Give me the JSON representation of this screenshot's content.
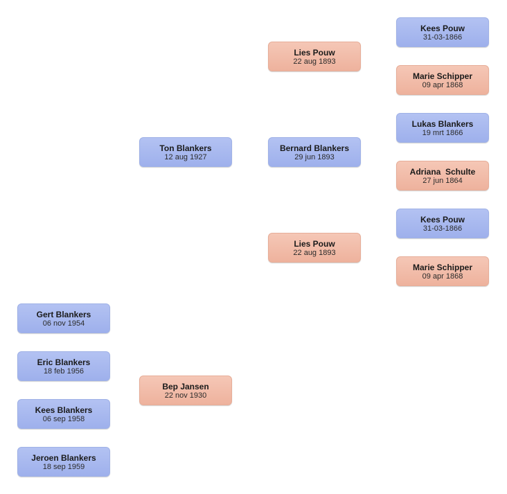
{
  "colors": {
    "male": "#a9b9ef",
    "female": "#f1bba7"
  },
  "people": {
    "kees_pouw_1": {
      "name": "Kees Pouw",
      "date": "31-03-1866",
      "gender": "male"
    },
    "marie_schipper_1": {
      "name": "Marie Schipper",
      "date": "09 apr 1868",
      "gender": "female"
    },
    "lukas_blankers": {
      "name": "Lukas Blankers",
      "date": "19 mrt 1866",
      "gender": "male"
    },
    "adriana_schulte": {
      "name": "Adriana  Schulte",
      "date": "27 jun 1864",
      "gender": "female"
    },
    "kees_pouw_2": {
      "name": "Kees Pouw",
      "date": "31-03-1866",
      "gender": "male"
    },
    "marie_schipper_2": {
      "name": "Marie Schipper",
      "date": "09 apr 1868",
      "gender": "female"
    },
    "lies_pouw_1": {
      "name": "Lies Pouw",
      "date": "22 aug 1893",
      "gender": "female"
    },
    "bernard_blankers": {
      "name": "Bernard Blankers",
      "date": "29 jun 1893",
      "gender": "male"
    },
    "lies_pouw_2": {
      "name": "Lies Pouw",
      "date": "22 aug 1893",
      "gender": "female"
    },
    "ton_blankers": {
      "name": "Ton Blankers",
      "date": "12 aug 1927",
      "gender": "male"
    },
    "bep_jansen": {
      "name": "Bep Jansen",
      "date": "22 nov 1930",
      "gender": "female"
    },
    "gert_blankers": {
      "name": "Gert Blankers",
      "date": "06 nov 1954",
      "gender": "male"
    },
    "eric_blankers": {
      "name": "Eric Blankers",
      "date": "18 feb 1956",
      "gender": "male"
    },
    "kees_blankers": {
      "name": "Kees Blankers",
      "date": "06 sep 1958",
      "gender": "male"
    },
    "jeroen_blankers": {
      "name": "Jeroen Blankers",
      "date": "18 sep 1959",
      "gender": "male"
    }
  }
}
